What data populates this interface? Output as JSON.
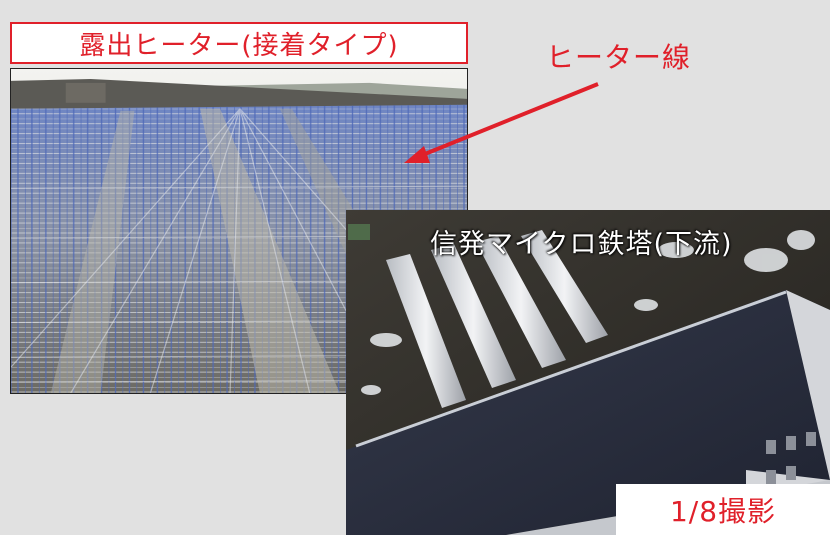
{
  "title": "露出ヒーター(接着タイプ)",
  "heater_label": "ヒーター線",
  "roof_caption": "信発マイクロ鉄塔(下流)",
  "date_label": "1/8撮影",
  "colors": {
    "accent_red": "#e0202a",
    "background": "#e1e1e1"
  }
}
